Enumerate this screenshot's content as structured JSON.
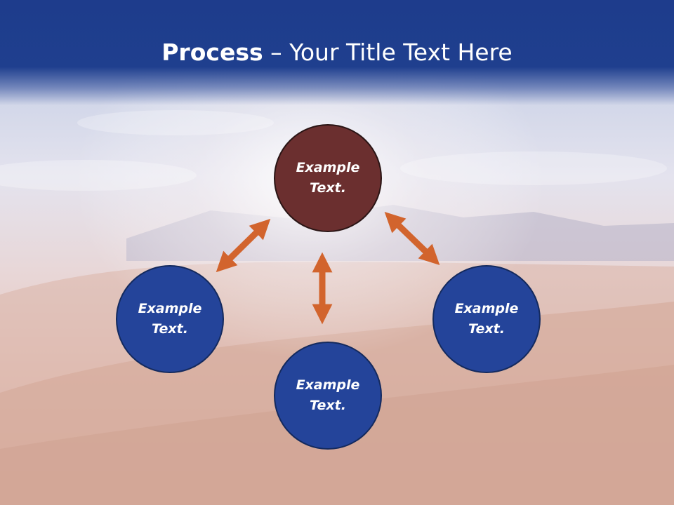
{
  "title": {
    "bold": "Process",
    "rest": " – Your Title Text Here"
  },
  "nodes": {
    "top": "Example Text.",
    "left": "Example Text.",
    "right": "Example Text.",
    "bottom": "Example Text."
  },
  "colors": {
    "header": "#1e3c8c",
    "center_circle": "#6b2f2f",
    "outer_circle": "#24449a",
    "arrow": "#d2642d"
  }
}
